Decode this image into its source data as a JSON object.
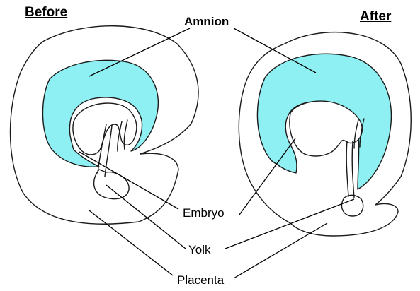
{
  "headers": {
    "before": "Before",
    "after": "After"
  },
  "labels": {
    "amnion": "Amnion",
    "embryo": "Embryo",
    "yolk": "Yolk",
    "placenta": "Placenta"
  },
  "colors": {
    "amnion_fill": "#8ef0f3",
    "outline": "#1a1a1a",
    "background": "#ffffff"
  }
}
